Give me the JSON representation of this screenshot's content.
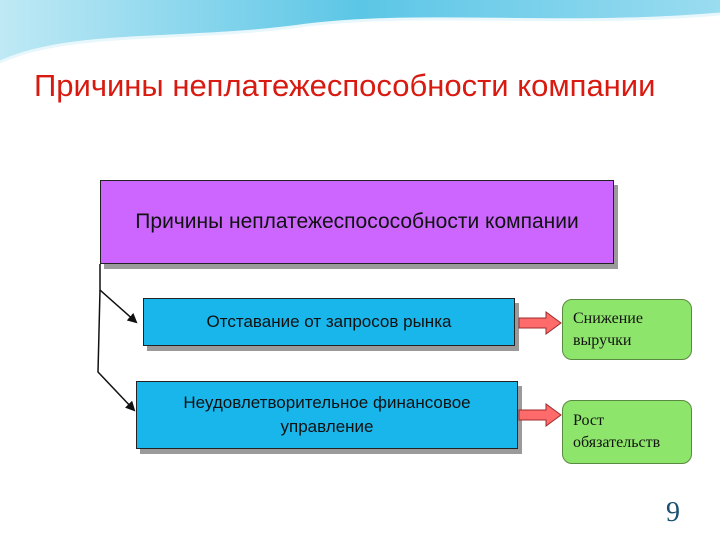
{
  "slide": {
    "title": "Причины неплатежеспособности компании",
    "page_number": "9"
  },
  "diagram": {
    "main_label": "Причины неплатежеспосособности компании",
    "causes": [
      "Отставание от запросов рынка",
      "Неудовлетворительное финансовое управление"
    ],
    "effects": [
      "Снижение выручки",
      "Рост обязательств"
    ]
  },
  "colors": {
    "title": "#d81a10",
    "main_box": "#cc66ff",
    "cause_box": "#19b6ec",
    "effect_box": "#8ee56b",
    "arrow": "#ff6b6b",
    "wave": "#7fd3ec"
  }
}
